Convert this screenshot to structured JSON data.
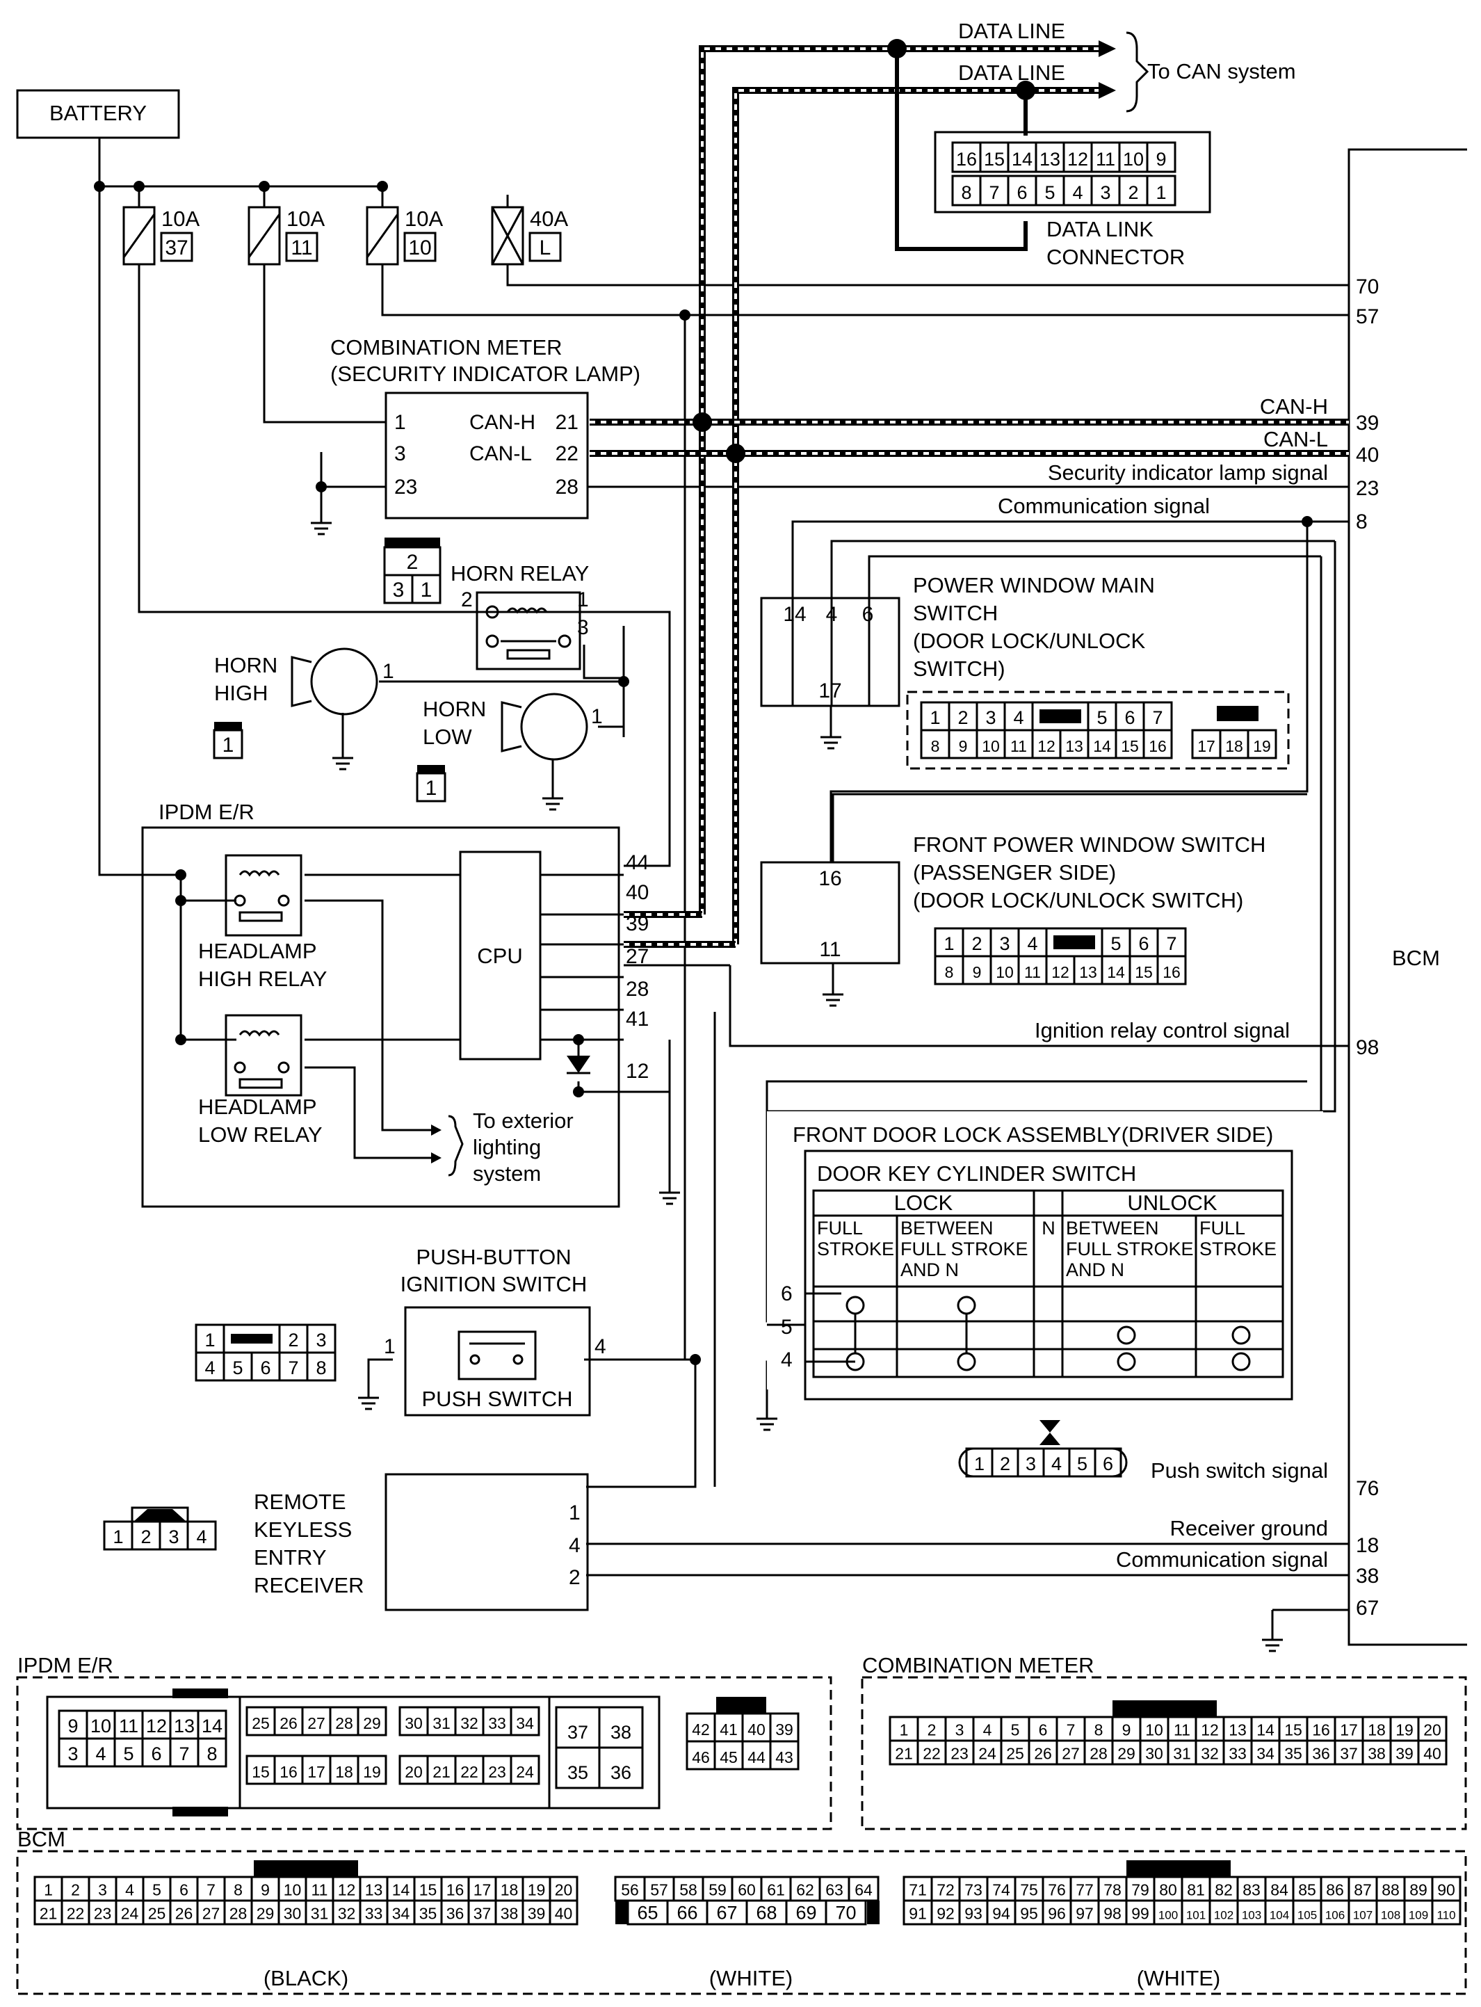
{
  "top": {
    "data_line_1": "DATA LINE",
    "data_line_2": "DATA LINE",
    "to_can": "To CAN system",
    "battery": "BATTERY",
    "dlc_label_1": "DATA LINK",
    "dlc_label_2": "CONNECTOR",
    "dlc_row1": [
      "16",
      "15",
      "14",
      "13",
      "12",
      "11",
      "10",
      "9"
    ],
    "dlc_row2": [
      "8",
      "7",
      "6",
      "5",
      "4",
      "3",
      "2",
      "1"
    ]
  },
  "fuses": [
    {
      "amp": "10A",
      "no": "37"
    },
    {
      "amp": "10A",
      "no": "11"
    },
    {
      "amp": "10A",
      "no": "10"
    },
    {
      "amp": "40A",
      "no": "L"
    }
  ],
  "meter": {
    "title_1": "COMBINATION METER",
    "title_2": "(SECURITY INDICATOR LAMP)",
    "pins_left": [
      "1",
      "3",
      "23"
    ],
    "can_h": "CAN-H",
    "can_l": "CAN-L",
    "pins_right": [
      "21",
      "22",
      "28"
    ]
  },
  "horn": {
    "relay_label": "HORN RELAY",
    "relay_pins": [
      "2",
      "1",
      "3"
    ],
    "relay_conn": [
      "2",
      "3",
      "1"
    ],
    "high_1": "HORN",
    "high_2": "HIGH",
    "low_1": "HORN",
    "low_2": "LOW",
    "pin": "1"
  },
  "ipdm": {
    "title": "IPDM E/R",
    "cpu": "CPU",
    "hh_1": "HEADLAMP",
    "hh_2": "HIGH RELAY",
    "hl_1": "HEADLAMP",
    "hl_2": "LOW RELAY",
    "ext_1": "To exterior",
    "ext_2": "lighting",
    "ext_3": "system",
    "pins": [
      "44",
      "40",
      "39",
      "27",
      "28",
      "41",
      "12"
    ]
  },
  "pbis": {
    "title_1": "PUSH-BUTTON",
    "title_2": "IGNITION SWITCH",
    "switch": "PUSH SWITCH",
    "pin_l": "1",
    "pin_r": "4",
    "conn_r1": [
      "1",
      "2",
      "3"
    ],
    "conn_r2": [
      "4",
      "5",
      "6",
      "7",
      "8"
    ]
  },
  "rke": {
    "lines": [
      "REMOTE",
      "KEYLESS",
      "ENTRY",
      "RECEIVER"
    ],
    "pins": [
      "1",
      "4",
      "2"
    ],
    "conn": [
      "1",
      "2",
      "3",
      "4"
    ]
  },
  "pwm": {
    "lines": [
      "POWER WINDOW MAIN",
      "SWITCH",
      "(DOOR LOCK/UNLOCK",
      "SWITCH)"
    ],
    "pins_top": [
      "14",
      "4",
      "6"
    ],
    "pin_bottom": "17",
    "conn_r1a": [
      "1",
      "2",
      "3",
      "4"
    ],
    "conn_r1b": [
      "5",
      "6",
      "7"
    ],
    "conn_r2": [
      "8",
      "9",
      "10",
      "11",
      "12",
      "13",
      "14",
      "15",
      "16"
    ],
    "conn_b": [
      "17",
      "18",
      "19"
    ]
  },
  "fpw": {
    "lines": [
      "FRONT POWER WINDOW SWITCH",
      "(PASSENGER SIDE)",
      "(DOOR LOCK/UNLOCK SWITCH)"
    ],
    "pin_top": "16",
    "pin_bottom": "11",
    "conn_r1a": [
      "1",
      "2",
      "3",
      "4"
    ],
    "conn_r1b": [
      "5",
      "6",
      "7"
    ],
    "conn_r2": [
      "8",
      "9",
      "10",
      "11",
      "12",
      "13",
      "14",
      "15",
      "16"
    ]
  },
  "door": {
    "title": "FRONT DOOR LOCK ASSEMBLY(DRIVER SIDE)",
    "sub": "DOOR KEY CYLINDER SWITCH",
    "lock": "LOCK",
    "unlock": "UNLOCK",
    "n": "N",
    "full_1": "FULL",
    "full_2": "STROKE",
    "between_1": "BETWEEN",
    "between_2": "FULL STROKE",
    "between_3": "AND N",
    "pins": [
      "6",
      "5",
      "4"
    ],
    "conn": [
      "1",
      "2",
      "3",
      "4",
      "5",
      "6"
    ]
  },
  "signals": {
    "can_h": "CAN-H",
    "can_l": "CAN-L",
    "sec_lamp": "Security indicator lamp signal",
    "comm": "Communication signal",
    "ign_relay": "Ignition relay control signal",
    "push_sw": "Push switch signal",
    "recv_gnd": "Receiver ground",
    "comm2": "Communication signal"
  },
  "bcm": {
    "label": "BCM",
    "pins": [
      "70",
      "57",
      "39",
      "40",
      "23",
      "8",
      "98",
      "76",
      "18",
      "38",
      "67"
    ]
  },
  "connectors": {
    "ipdm_title": "IPDM E/R",
    "ipdm_a_r1": [
      "9",
      "10",
      "11",
      "12",
      "13",
      "14"
    ],
    "ipdm_a_r2": [
      "3",
      "4",
      "5",
      "6",
      "7",
      "8"
    ],
    "ipdm_b_r1": [
      "25",
      "26",
      "27",
      "28",
      "29"
    ],
    "ipdm_b_r2": [
      "15",
      "16",
      "17",
      "18",
      "19"
    ],
    "ipdm_c_r1": [
      "30",
      "31",
      "32",
      "33",
      "34"
    ],
    "ipdm_c_r2": [
      "20",
      "21",
      "22",
      "23",
      "24"
    ],
    "ipdm_d_r1": [
      "37",
      "38"
    ],
    "ipdm_d_r2": [
      "35",
      "36"
    ],
    "ipdm_e_r1": [
      "42",
      "41",
      "40",
      "39"
    ],
    "ipdm_e_r2": [
      "46",
      "45",
      "44",
      "43"
    ],
    "meter_title": "COMBINATION METER",
    "meter_r1": [
      "1",
      "2",
      "3",
      "4",
      "5",
      "6",
      "7",
      "8",
      "9",
      "10",
      "11",
      "12",
      "13",
      "14",
      "15",
      "16",
      "17",
      "18",
      "19",
      "20"
    ],
    "meter_r2": [
      "21",
      "22",
      "23",
      "24",
      "25",
      "26",
      "27",
      "28",
      "29",
      "30",
      "31",
      "32",
      "33",
      "34",
      "35",
      "36",
      "37",
      "38",
      "39",
      "40"
    ],
    "bcm_title": "BCM",
    "bcm_a_r1": [
      "1",
      "2",
      "3",
      "4",
      "5",
      "6",
      "7",
      "8",
      "9",
      "10",
      "11",
      "12",
      "13",
      "14",
      "15",
      "16",
      "17",
      "18",
      "19",
      "20"
    ],
    "bcm_a_r2": [
      "21",
      "22",
      "23",
      "24",
      "25",
      "26",
      "27",
      "28",
      "29",
      "30",
      "31",
      "32",
      "33",
      "34",
      "35",
      "36",
      "37",
      "38",
      "39",
      "40"
    ],
    "bcm_a_color": "(BLACK)",
    "bcm_b_r1": [
      "56",
      "57",
      "58",
      "59",
      "60",
      "61",
      "62",
      "63",
      "64"
    ],
    "bcm_b_r2": [
      "65",
      "66",
      "67",
      "68",
      "69",
      "70"
    ],
    "bcm_b_color": "(WHITE)",
    "bcm_c_r1": [
      "71",
      "72",
      "73",
      "74",
      "75",
      "76",
      "77",
      "78",
      "79",
      "80",
      "81",
      "82",
      "83",
      "84",
      "85",
      "86",
      "87",
      "88",
      "89",
      "90"
    ],
    "bcm_c_r2": [
      "91",
      "92",
      "93",
      "94",
      "95",
      "96",
      "97",
      "98",
      "99",
      "100",
      "101",
      "102",
      "103",
      "104",
      "105",
      "106",
      "107",
      "108",
      "109",
      "110"
    ],
    "bcm_c_color": "(WHITE)"
  }
}
